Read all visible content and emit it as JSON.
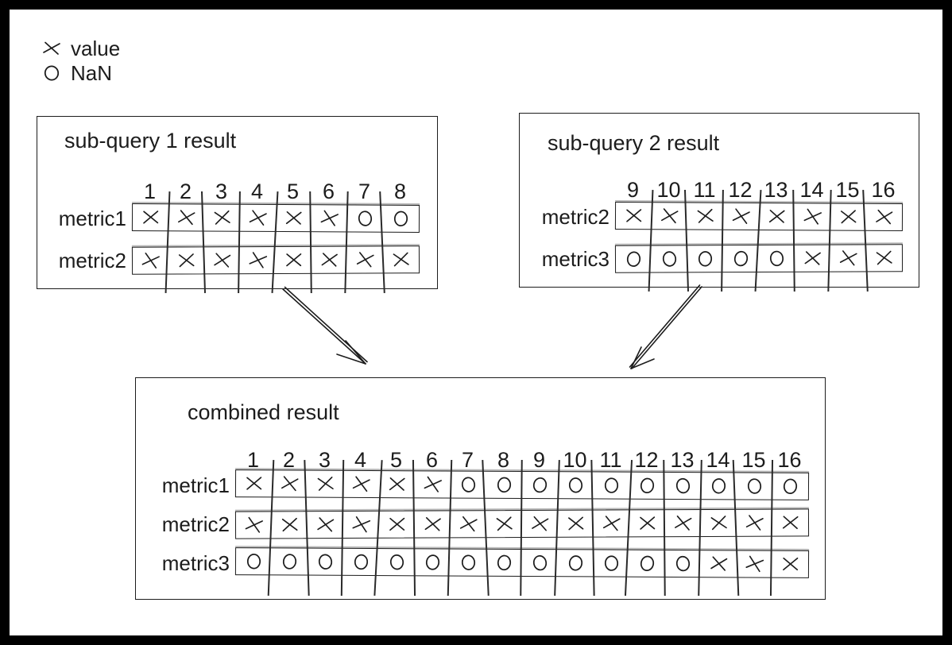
{
  "page": {
    "background": "#ffffff",
    "frame_color": "#000000",
    "ink_color": "#1c1c1c"
  },
  "legend": {
    "items": [
      {
        "symbol": "x-icon",
        "label": "value"
      },
      {
        "symbol": "nan-icon",
        "label": "NaN"
      }
    ]
  },
  "boxes": [
    {
      "id": "subquery1",
      "title": "sub-query 1 result",
      "columns": [
        "1",
        "2",
        "3",
        "4",
        "5",
        "6",
        "7",
        "8"
      ],
      "rows": [
        {
          "label": "metric1",
          "cells": [
            "x",
            "x",
            "x",
            "x",
            "x",
            "x",
            "o",
            "o"
          ]
        },
        {
          "label": "metric2",
          "cells": [
            "x",
            "x",
            "x",
            "x",
            "x",
            "x",
            "x",
            "x"
          ]
        }
      ]
    },
    {
      "id": "subquery2",
      "title": "sub-query 2 result",
      "columns": [
        "9",
        "10",
        "11",
        "12",
        "13",
        "14",
        "15",
        "16"
      ],
      "rows": [
        {
          "label": "metric2",
          "cells": [
            "x",
            "x",
            "x",
            "x",
            "x",
            "x",
            "x",
            "x"
          ]
        },
        {
          "label": "metric3",
          "cells": [
            "o",
            "o",
            "o",
            "o",
            "o",
            "x",
            "x",
            "x"
          ]
        }
      ]
    },
    {
      "id": "combined",
      "title": "combined result",
      "columns": [
        "1",
        "2",
        "3",
        "4",
        "5",
        "6",
        "7",
        "8",
        "9",
        "10",
        "11",
        "12",
        "13",
        "14",
        "15",
        "16"
      ],
      "rows": [
        {
          "label": "metric1",
          "cells": [
            "x",
            "x",
            "x",
            "x",
            "x",
            "x",
            "o",
            "o",
            "o",
            "o",
            "o",
            "o",
            "o",
            "o",
            "o",
            "o"
          ]
        },
        {
          "label": "metric2",
          "cells": [
            "x",
            "x",
            "x",
            "x",
            "x",
            "x",
            "x",
            "x",
            "x",
            "x",
            "x",
            "x",
            "x",
            "x",
            "x",
            "x"
          ]
        },
        {
          "label": "metric3",
          "cells": [
            "o",
            "o",
            "o",
            "o",
            "o",
            "o",
            "o",
            "o",
            "o",
            "o",
            "o",
            "o",
            "o",
            "x",
            "x",
            "x"
          ]
        }
      ]
    }
  ],
  "arrows": [
    {
      "from": "subquery1",
      "to": "combined"
    },
    {
      "from": "subquery2",
      "to": "combined"
    }
  ]
}
